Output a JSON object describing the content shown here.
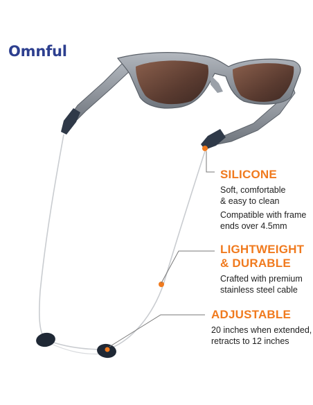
{
  "brand": {
    "name": "Omnful"
  },
  "colors": {
    "brand": "#2d3f8f",
    "accent": "#f07a1e",
    "text": "#1e1e1e",
    "frame": "#8a9099",
    "lens": "#6b4a3c"
  },
  "features": {
    "silicone": {
      "heading": "SILICONE",
      "lines": [
        "Soft, comfortable",
        "& easy to clean",
        "Compatible with frame",
        "ends over 4.5mm"
      ]
    },
    "lightweight": {
      "heading_1": "LIGHTWEIGHT",
      "heading_2": "& DURABLE",
      "lines": [
        "Crafted with premium",
        "stainless steel cable"
      ]
    },
    "adjustable": {
      "heading": "ADJUSTABLE",
      "lines": [
        "20 inches when extended,",
        "retracts to 12 inches"
      ]
    }
  },
  "icons": [
    "sunglasses-illustration",
    "cable-retainer-illustration"
  ]
}
